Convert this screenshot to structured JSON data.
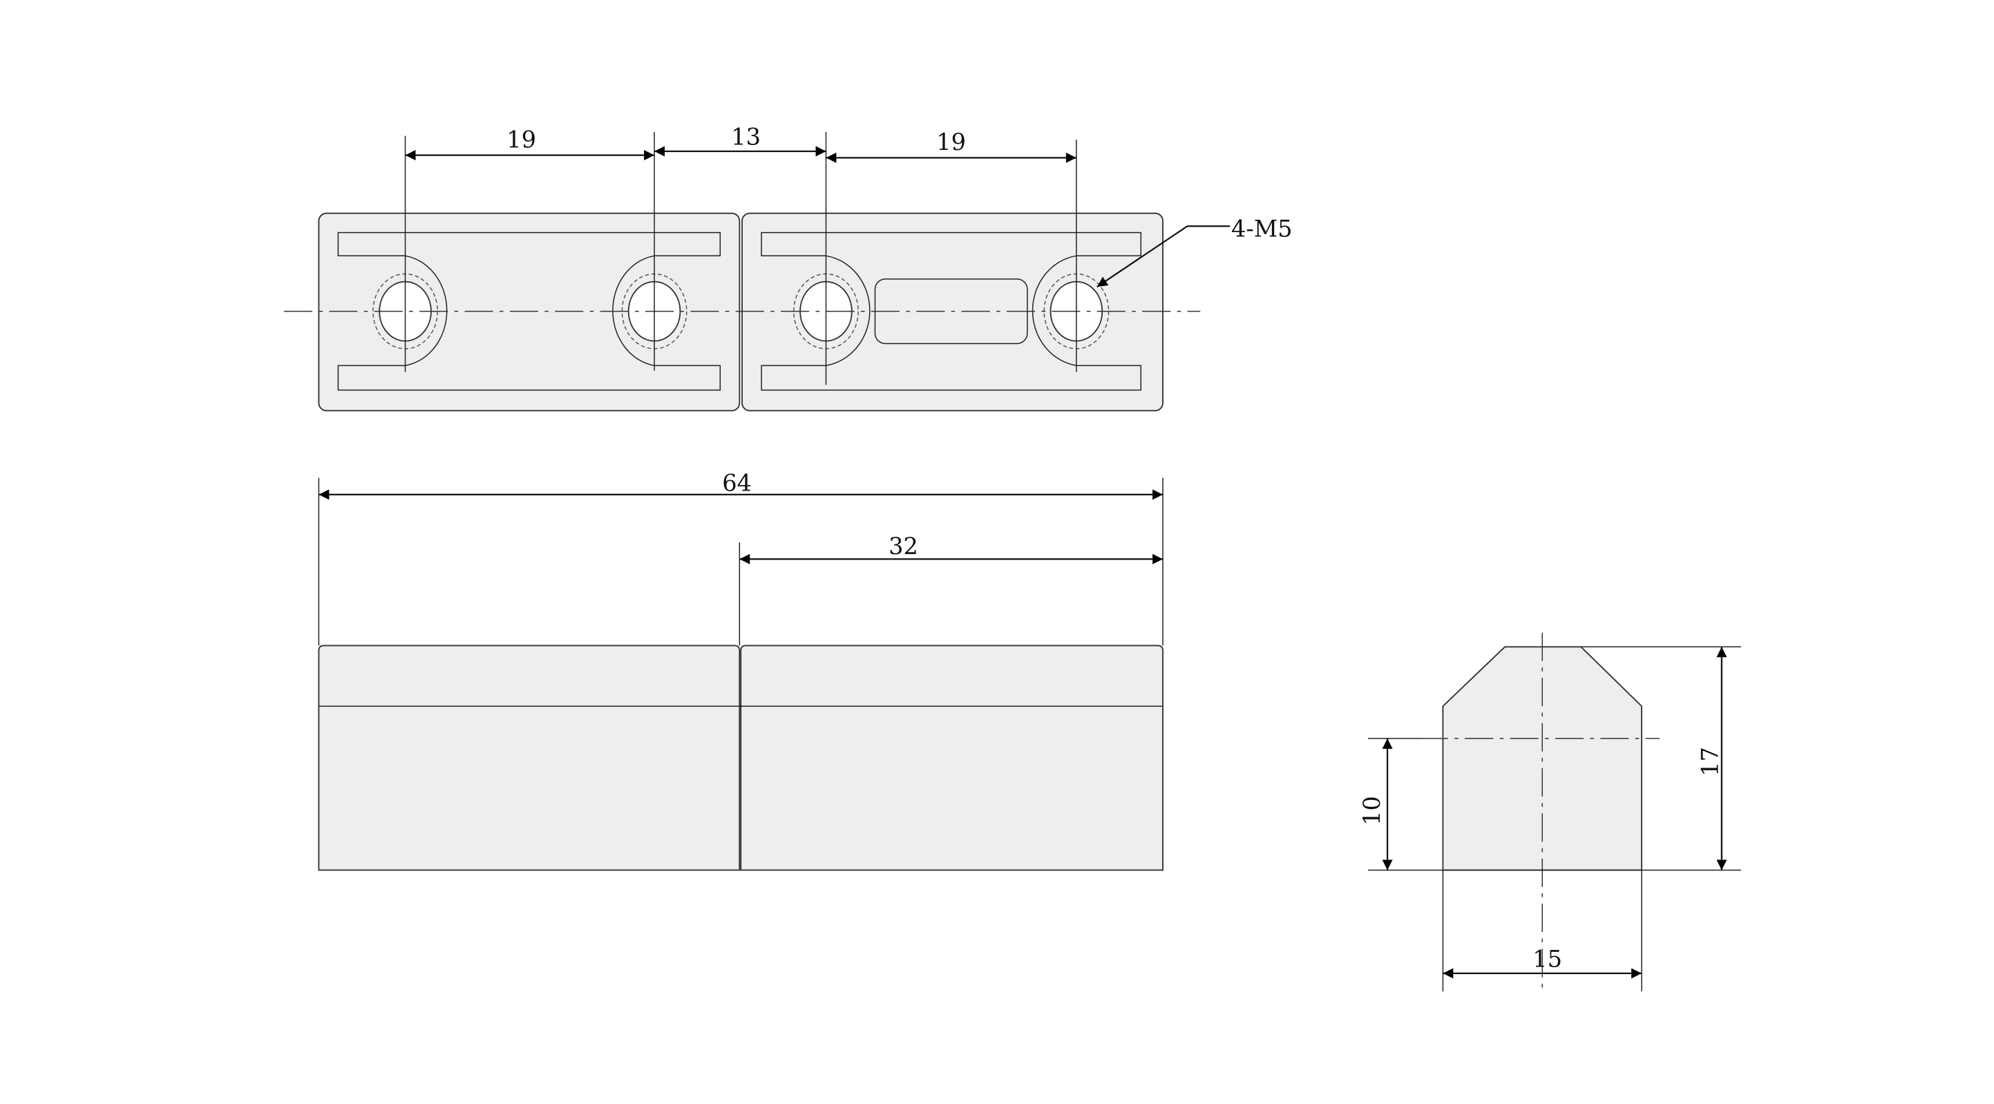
{
  "drawing": {
    "top_view": {
      "dim_pitch_left": "19",
      "dim_gap_middle": "13",
      "dim_pitch_right": "19",
      "thread_callout": "4-M5"
    },
    "front_view": {
      "dim_total_length": "64",
      "dim_half_length": "32"
    },
    "side_view": {
      "dim_height": "17",
      "dim_center_height": "10",
      "dim_width": "15"
    },
    "colors": {
      "part_fill": "#eeeeee",
      "line": "#222222"
    }
  }
}
